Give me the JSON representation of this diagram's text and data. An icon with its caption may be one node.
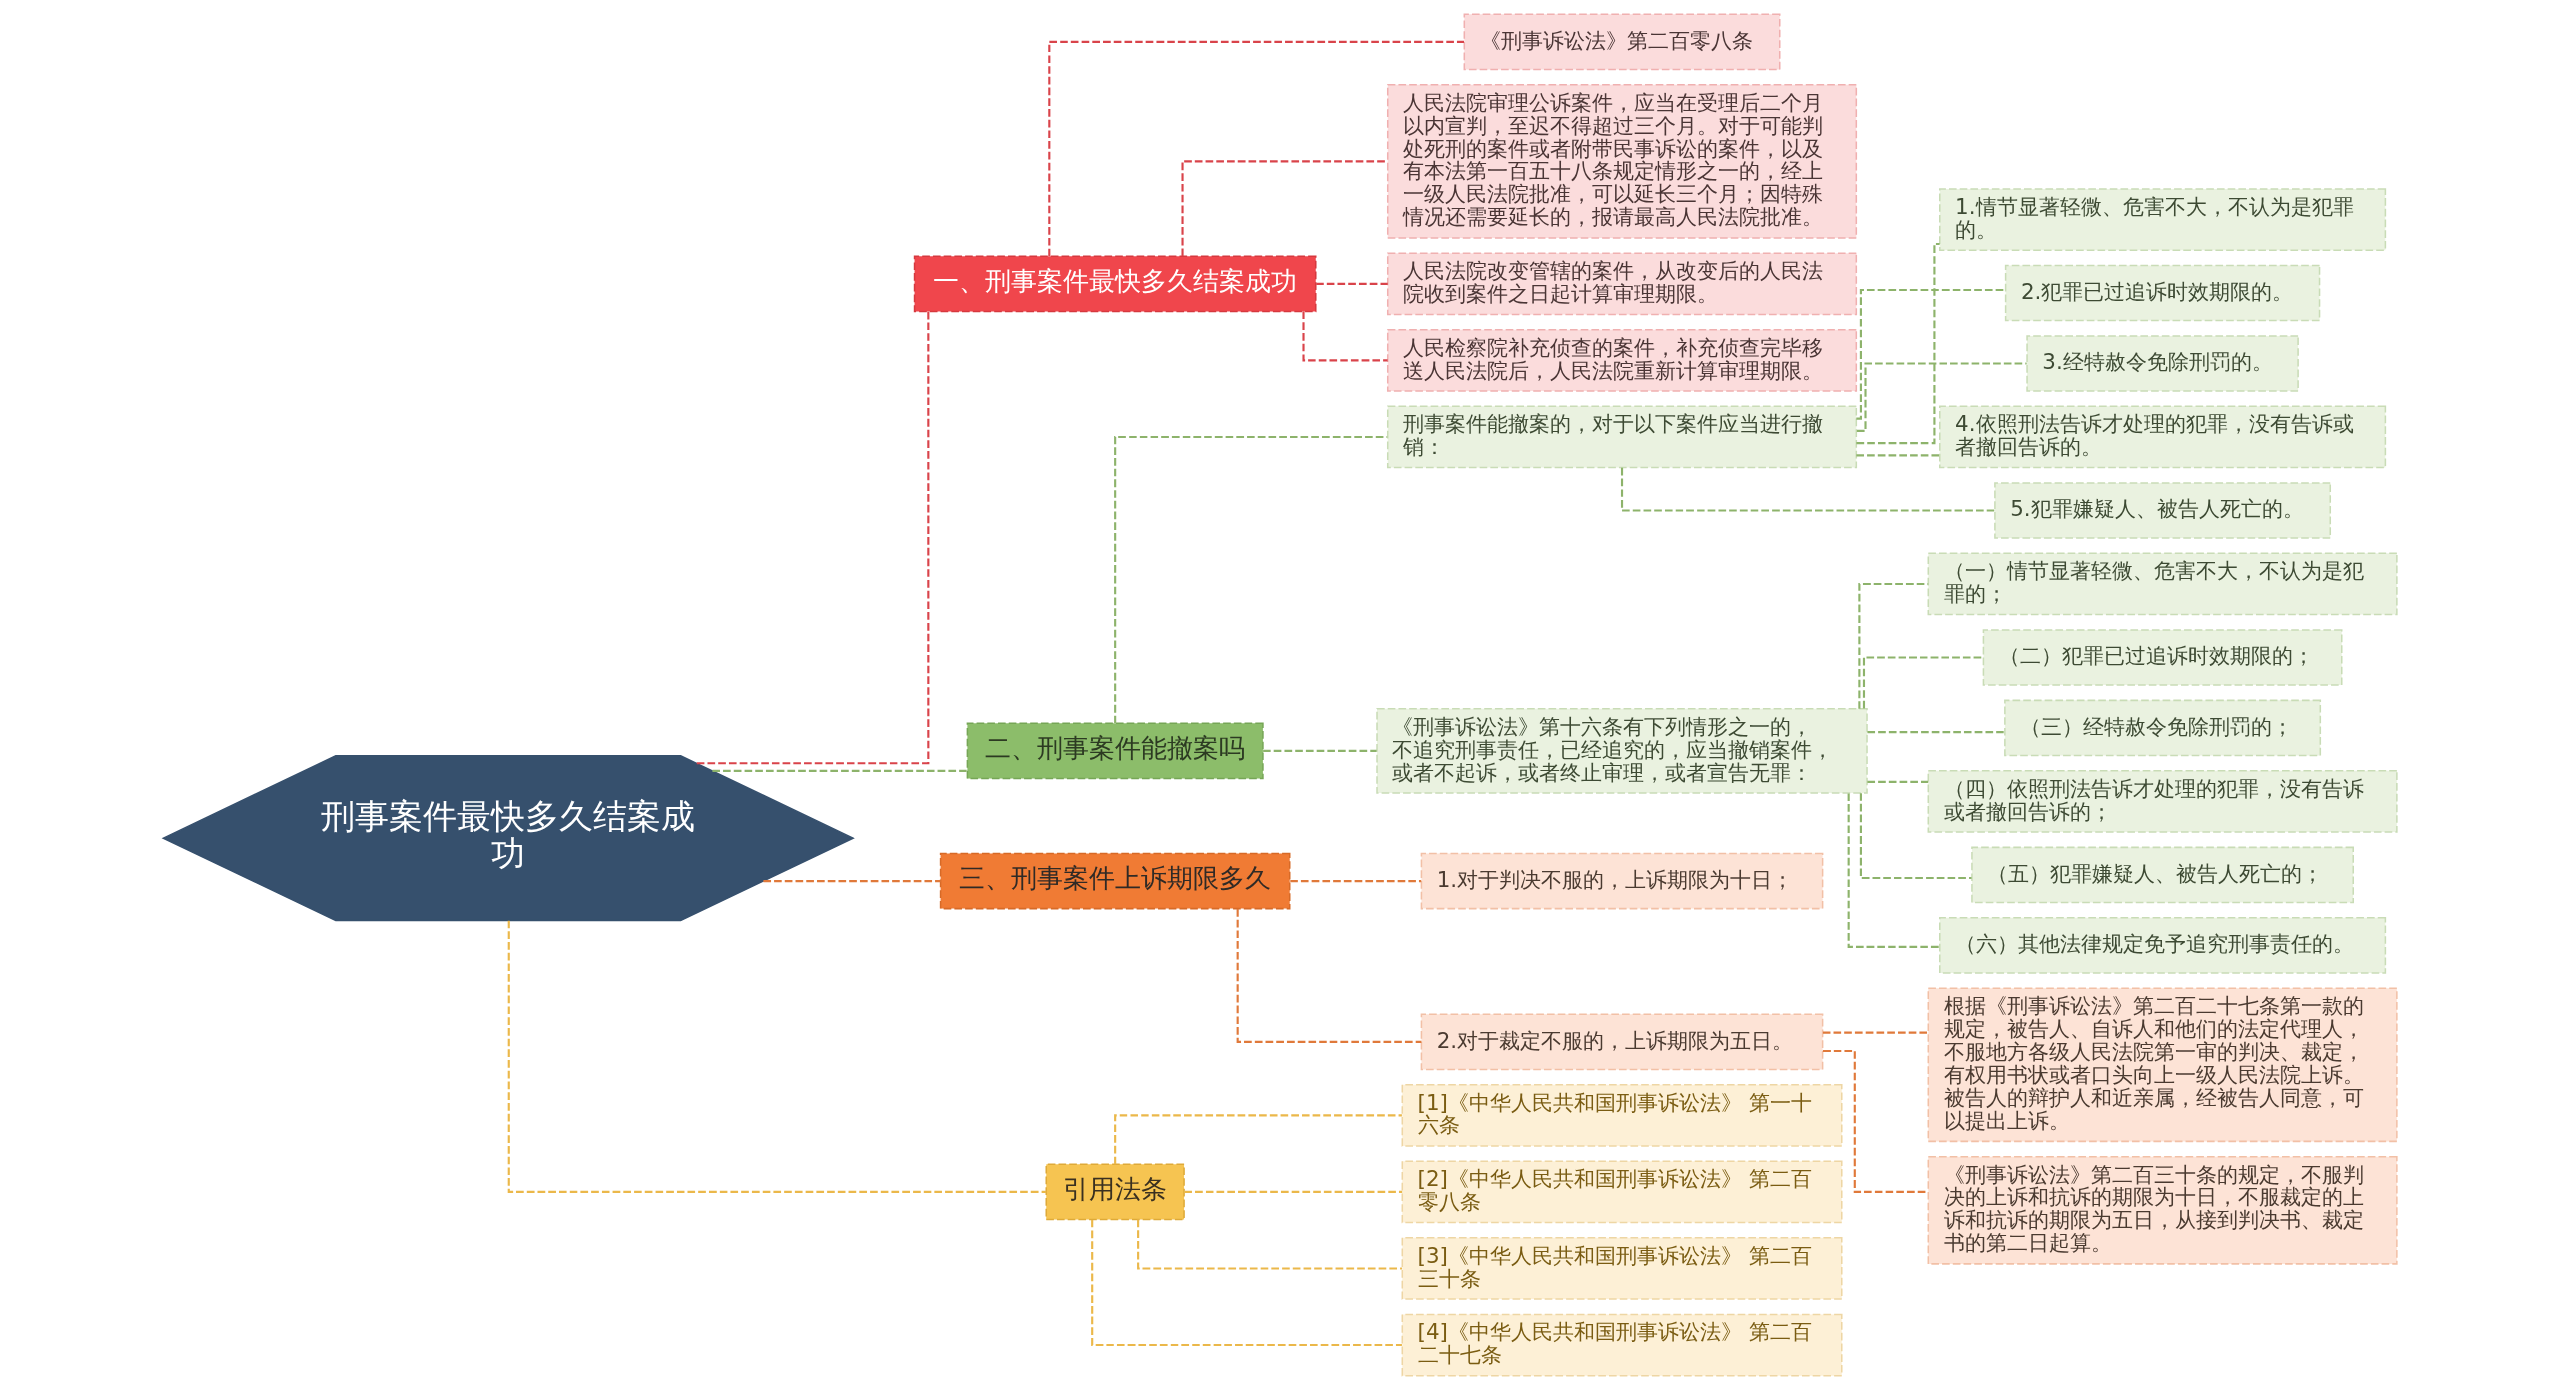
{
  "diagram": {
    "nodes": [
      {
        "text": [
          "刑事案件最快多久结案成功"
        ]
      },
      {
        "text": [
          "一、刑事案件最快多久结案成功"
        ]
      },
      {
        "text": [
          "《刑事诉讼法》第二百零八条"
        ]
      },
      {
        "text": [
          "人民法院审理公诉案件，应当在受理后二个月以内宣判，至迟不得超过三个月。对于可能判处死刑的案件或者附带民事诉讼的案件，以及有本法第一百五十八条规定情形之一的，经上一级人民法院批准，可以延长三个月；因特殊情况还需要延长的，报请最高人民法院批准。"
        ]
      },
      {
        "text": [
          "人民法院改变管辖的案件，从改变后的人民法院收到案件之日起计算审理期限。"
        ]
      },
      {
        "text": [
          "人民检察院补充侦查的案件，补充侦查完毕移送人民法院后，人民法院重新计算审理期限。"
        ]
      },
      {
        "text": [
          "二、刑事案件能撤案吗"
        ]
      },
      {
        "text": [
          "刑事案件能撤案的，对于以下案件应当进行撤销："
        ]
      },
      {
        "text": [
          "1.情节显著轻微、危害不大，不认为是犯罪的。"
        ]
      },
      {
        "text": [
          "2.犯罪已过追诉时效期限的。"
        ]
      },
      {
        "text": [
          "3.经特赦令免除刑罚的。"
        ]
      },
      {
        "text": [
          "4.依照刑法告诉才处理的犯罪，没有告诉或者撤回告诉的。"
        ]
      },
      {
        "text": [
          "5.犯罪嫌疑人、被告人死亡的。"
        ]
      },
      {
        "text": [
          "《刑事诉讼法》第十六条有下列情形之一的，不追究刑事责任，已经追究的，应当撤销案件，或者不起诉，或者终止审理，或者宣告无罪："
        ]
      },
      {
        "text": [
          "（一）情节显著轻微、危害不大，不认为是犯罪的；"
        ]
      },
      {
        "text": [
          "（二）犯罪已过追诉时效期限的；"
        ]
      },
      {
        "text": [
          "（三）经特赦令免除刑罚的；"
        ]
      },
      {
        "text": [
          "（四）依照刑法告诉才处理的犯罪，没有告诉或者撤回告诉的；"
        ]
      },
      {
        "text": [
          "（五）犯罪嫌疑人、被告人死亡的；"
        ]
      },
      {
        "text": [
          "（六）其他法律规定免予追究刑事责任的。"
        ]
      },
      {
        "text": [
          "三、刑事案件上诉期限多久"
        ]
      },
      {
        "text": [
          "1.对于判决不服的，上诉期限为十日；"
        ]
      },
      {
        "text": [
          "2.对于裁定不服的，上诉期限为五日。"
        ]
      },
      {
        "text": [
          "根据《刑事诉讼法》第二百二十七条第一款的规定，被告人、自诉人和他们的法定代理人，不服地方各级人民法院第一审的判决、裁定，有权用书状或者口头向上一级人民法院上诉。被告人的辩护人和近亲属，经被告人同意，可以提出上诉。"
        ]
      },
      {
        "text": [
          "《刑事诉讼法》第二百三十条的规定，不服判决的上诉和抗诉的期限为十日，不服裁定的上诉和抗诉的期限为五日，从接到判决书、裁定书的第二日起算。"
        ]
      },
      {
        "text": [
          "引用法条"
        ]
      },
      {
        "text": [
          "[1]《中华人民共和国刑事诉讼法》 第一十六条"
        ]
      },
      {
        "text": [
          "[2]《中华人民共和国刑事诉讼法》 第二百零八条"
        ]
      },
      {
        "text": [
          "[3]《中华人民共和国刑事诉讼法》 第二百三十条"
        ]
      },
      {
        "text": [
          "[4]《中华人民共和国刑事诉讼法》 第二百二十七条"
        ]
      }
    ],
    "edges": [
      {
        "from": 0,
        "to": 1,
        "arrow": "none",
        "style": "dashed",
        "color": "#d9434a"
      },
      {
        "from": 1,
        "to": 2,
        "arrow": "none",
        "style": "dashed",
        "color": "#d9434a"
      },
      {
        "from": 1,
        "to": 3,
        "arrow": "none",
        "style": "dashed",
        "color": "#d9434a"
      },
      {
        "from": 1,
        "to": 4,
        "arrow": "none",
        "style": "dashed",
        "color": "#d9434a"
      },
      {
        "from": 1,
        "to": 5,
        "arrow": "none",
        "style": "dashed",
        "color": "#d9434a"
      },
      {
        "from": 0,
        "to": 6,
        "arrow": "none",
        "style": "dashed"
      },
      {
        "from": 6,
        "to": 7,
        "arrow": "none",
        "style": "dashed"
      },
      {
        "from": 7,
        "to": 8,
        "arrow": "none",
        "style": "dashed"
      },
      {
        "from": 7,
        "to": 9,
        "arrow": "none",
        "style": "dashed"
      },
      {
        "from": 7,
        "to": 10,
        "arrow": "none",
        "style": "dashed"
      },
      {
        "from": 7,
        "to": 11,
        "arrow": "none",
        "style": "dashed"
      },
      {
        "from": 7,
        "to": 12,
        "arrow": "none",
        "style": "dashed"
      },
      {
        "from": 6,
        "to": 13,
        "arrow": "none",
        "style": "dashed"
      },
      {
        "from": 13,
        "to": 14,
        "arrow": "none",
        "style": "dashed"
      },
      {
        "from": 13,
        "to": 15,
        "arrow": "none",
        "style": "dashed"
      },
      {
        "from": 13,
        "to": 16,
        "arrow": "none",
        "style": "dashed"
      },
      {
        "from": 13,
        "to": 17,
        "arrow": "none",
        "style": "dashed"
      },
      {
        "from": 13,
        "to": 18,
        "arrow": "none",
        "style": "dashed"
      },
      {
        "from": 13,
        "to": 19,
        "arrow": "none",
        "style": "dashed"
      },
      {
        "from": 0,
        "to": 20,
        "arrow": "none",
        "style": "dashed",
        "color": "#e0793a"
      },
      {
        "from": 20,
        "to": 21,
        "arrow": "none",
        "style": "dashed",
        "color": "#e0793a"
      },
      {
        "from": 20,
        "to": 22,
        "arrow": "none",
        "style": "dashed",
        "color": "#e0793a"
      },
      {
        "from": 22,
        "to": 23,
        "arrow": "none",
        "style": "dashed",
        "color": "#e0793a"
      },
      {
        "from": 22,
        "to": 24,
        "arrow": "none",
        "style": "dashed",
        "color": "#e0793a"
      },
      {
        "from": 0,
        "to": 25,
        "arrow": "none",
        "style": "dashed",
        "color": "#ebb84a"
      },
      {
        "from": 25,
        "to": 26,
        "arrow": "none",
        "style": "dashed",
        "color": "#ebb84a"
      },
      {
        "from": 25,
        "to": 27,
        "arrow": "none",
        "style": "dashed",
        "color": "#ebb84a"
      },
      {
        "from": 25,
        "to": 28,
        "arrow": "none",
        "style": "dashed",
        "color": "#ebb84a"
      },
      {
        "from": 25,
        "to": 29,
        "arrow": "none",
        "style": "dashed",
        "color": "#ebb84a"
      }
    ]
  }
}
